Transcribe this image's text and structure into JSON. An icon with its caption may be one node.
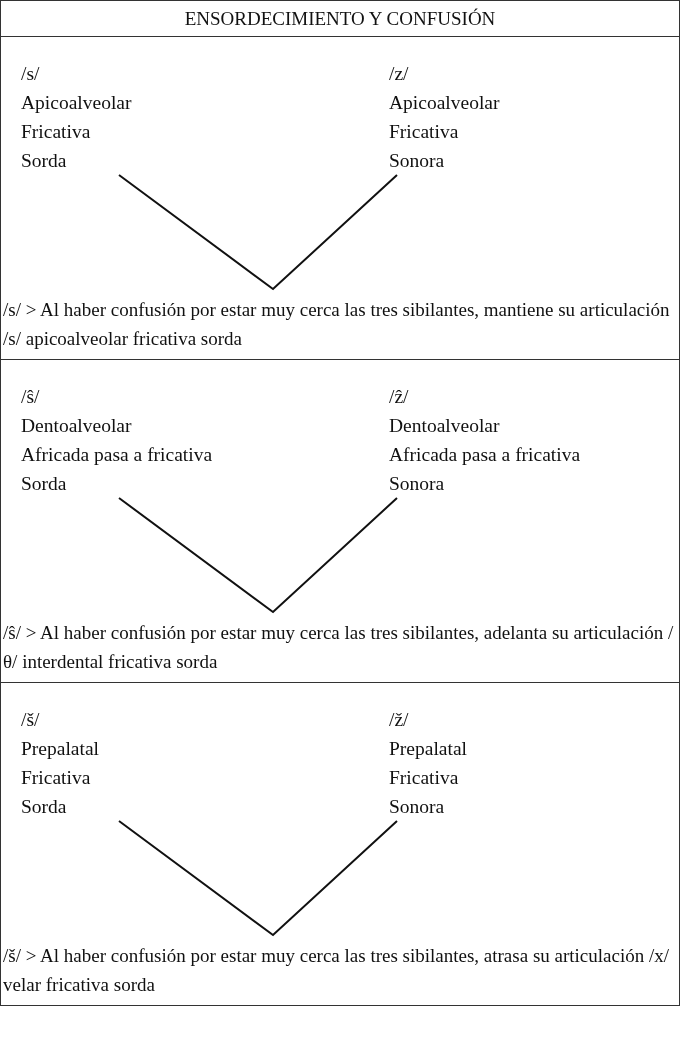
{
  "diagram": {
    "title": "ENSORDECIMIENTO Y CONFUSIÓN",
    "nodes": [
      {
        "text": [
          "/s/ > Al haber confusión por estar muy cerca las tres sibilantes, mantiene su articulación /s/ apicoalveolar fricativa sorda"
        ]
      },
      {
        "text": [
          "/s/",
          "Apicoalveolar",
          "Fricativa",
          "Sorda"
        ],
        "in": 0
      },
      {
        "text": [
          "/z/",
          "Apicoalveolar",
          "Fricativa",
          "Sonora"
        ],
        "in": 0
      },
      {
        "text": [
          "/ŝ/ > Al haber confusión por estar muy cerca las tres sibilantes, adelanta su articulación /θ/ interdental fricativa sorda"
        ]
      },
      {
        "text": [
          "/ŝ/",
          "Dentoalveolar",
          "Africada pasa a fricativa",
          "Sorda"
        ],
        "in": 3
      },
      {
        "text": [
          "/ẑ/",
          "Dentoalveolar",
          "Africada pasa a fricativa",
          "Sonora"
        ],
        "in": 3
      },
      {
        "text": [
          "/š/ > Al haber confusión por estar muy cerca las tres sibilantes, atrasa su articulación /x/ velar fricativa sorda"
        ]
      },
      {
        "text": [
          "/š/",
          "Prepalatal",
          "Fricativa",
          "Sorda"
        ],
        "in": 6
      },
      {
        "text": [
          "/ž/",
          "Prepalatal",
          "Fricativa",
          "Sonora"
        ],
        "in": 6
      }
    ],
    "edges": [
      {
        "from": 1,
        "to": 2,
        "arrow": "none"
      },
      {
        "from": 4,
        "to": 5,
        "arrow": "none"
      },
      {
        "from": 7,
        "to": 8,
        "arrow": "none"
      }
    ]
  }
}
